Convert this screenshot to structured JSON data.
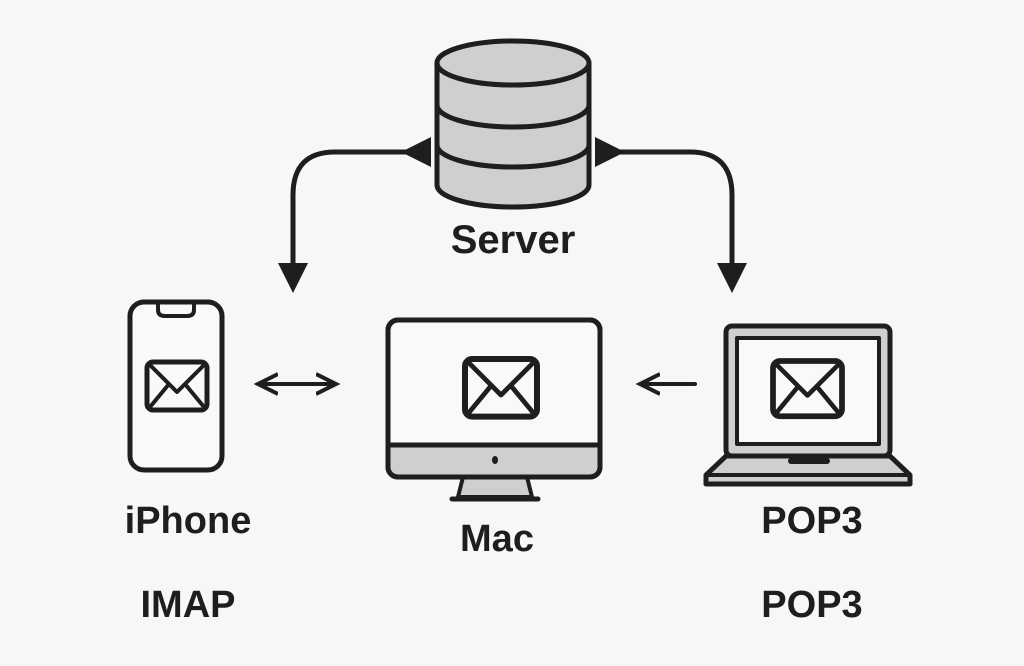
{
  "diagram": {
    "nodes": {
      "server": {
        "label": "Server",
        "icon": "database-icon"
      },
      "iphone": {
        "label": "iPhone",
        "protocol": "IMAP",
        "icon": "smartphone-icon"
      },
      "mac": {
        "label": "Mac",
        "icon": "desktop-monitor-icon"
      },
      "laptop": {
        "label": "POP3",
        "protocol": "POP3",
        "icon": "laptop-icon"
      }
    },
    "edges": [
      {
        "from": "server",
        "to": "iphone",
        "direction": "bidirectional"
      },
      {
        "from": "server",
        "to": "laptop",
        "direction": "bidirectional"
      },
      {
        "from": "iphone",
        "to": "mac",
        "direction": "bidirectional"
      },
      {
        "from": "laptop",
        "to": "mac",
        "direction": "one-way"
      }
    ],
    "colors": {
      "stroke": "#1e1e1e",
      "fill": "#cfcfcf",
      "background": "#f7f7f7"
    }
  }
}
